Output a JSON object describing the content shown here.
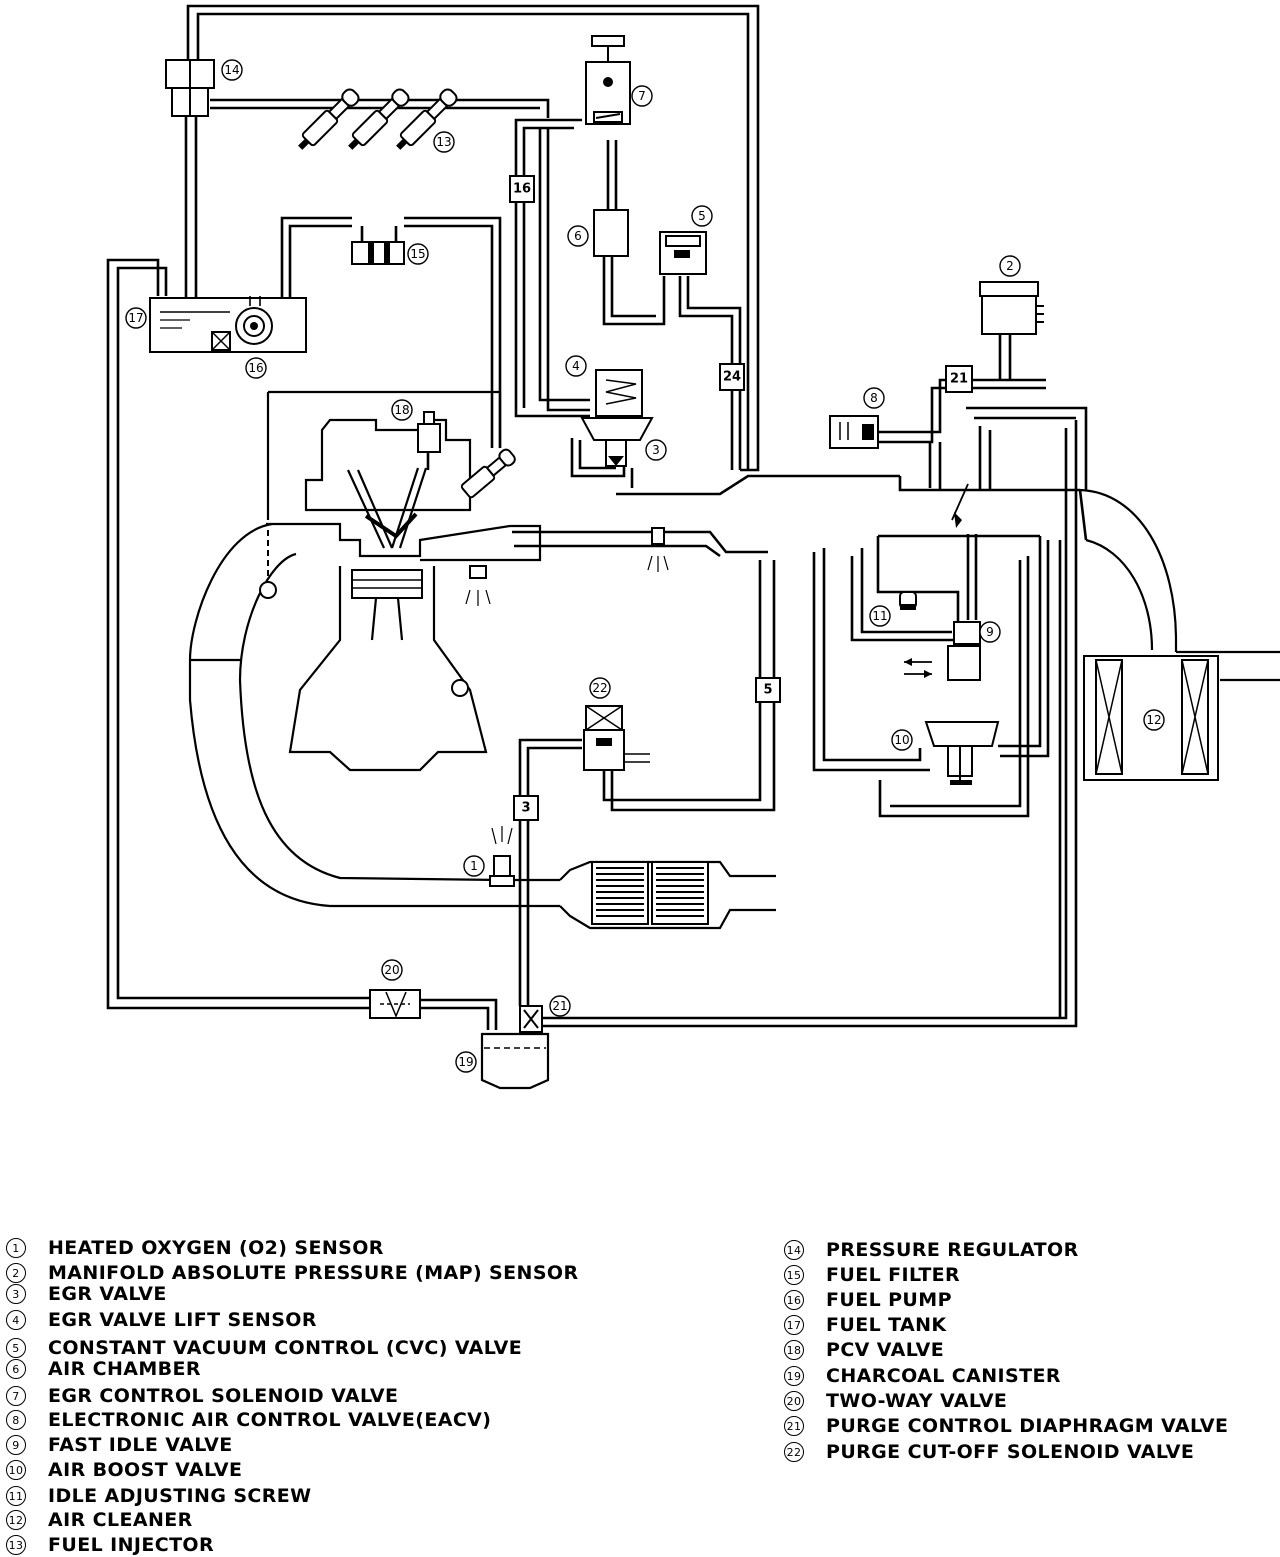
{
  "callouts": {
    "c1": "1",
    "c2": "2",
    "c3": "3",
    "c4": "4",
    "c5": "5",
    "c6": "6",
    "c7": "7",
    "c8": "8",
    "c9": "9",
    "c10": "10",
    "c11": "11",
    "c12": "12",
    "c13": "13",
    "c14": "14",
    "c15": "15",
    "c16": "16",
    "c17": "17",
    "c18": "18",
    "c19": "19",
    "c20": "20",
    "c21": "21",
    "c22": "22"
  },
  "hose_labels": {
    "h16": "16",
    "h24": "24",
    "h21": "21",
    "h5": "5",
    "h3": "3"
  },
  "legend": {
    "left": [
      {
        "num": "1",
        "text": "HEATED OXYGEN (O2) SENSOR"
      },
      {
        "num": "2",
        "text": "MANIFOLD ABSOLUTE PRESSURE (MAP) SENSOR"
      },
      {
        "num": "3",
        "text": "EGR VALVE"
      },
      {
        "num": "4",
        "text": "EGR VALVE LIFT SENSOR"
      },
      {
        "num": "5",
        "text": "CONSTANT VACUUM CONTROL (CVC) VALVE"
      },
      {
        "num": "6",
        "text": "AIR CHAMBER"
      },
      {
        "num": "7",
        "text": "EGR CONTROL SOLENOID VALVE"
      },
      {
        "num": "8",
        "text": "ELECTRONIC AIR CONTROL VALVE(EACV)"
      },
      {
        "num": "9",
        "text": "FAST IDLE VALVE"
      },
      {
        "num": "10",
        "text": "AIR BOOST VALVE"
      },
      {
        "num": "11",
        "text": "IDLE ADJUSTING SCREW"
      },
      {
        "num": "12",
        "text": "AIR CLEANER"
      },
      {
        "num": "13",
        "text": "FUEL INJECTOR"
      }
    ],
    "right": [
      {
        "num": "14",
        "text": "PRESSURE REGULATOR"
      },
      {
        "num": "15",
        "text": "FUEL FILTER"
      },
      {
        "num": "16",
        "text": "FUEL PUMP"
      },
      {
        "num": "17",
        "text": "FUEL TANK"
      },
      {
        "num": "18",
        "text": "PCV VALVE"
      },
      {
        "num": "19",
        "text": "CHARCOAL CANISTER"
      },
      {
        "num": "20",
        "text": "TWO-WAY VALVE"
      },
      {
        "num": "21",
        "text": "PURGE CONTROL DIAPHRAGM VALVE"
      },
      {
        "num": "22",
        "text": "PURGE CUT-OFF SOLENOID VALVE"
      }
    ]
  }
}
